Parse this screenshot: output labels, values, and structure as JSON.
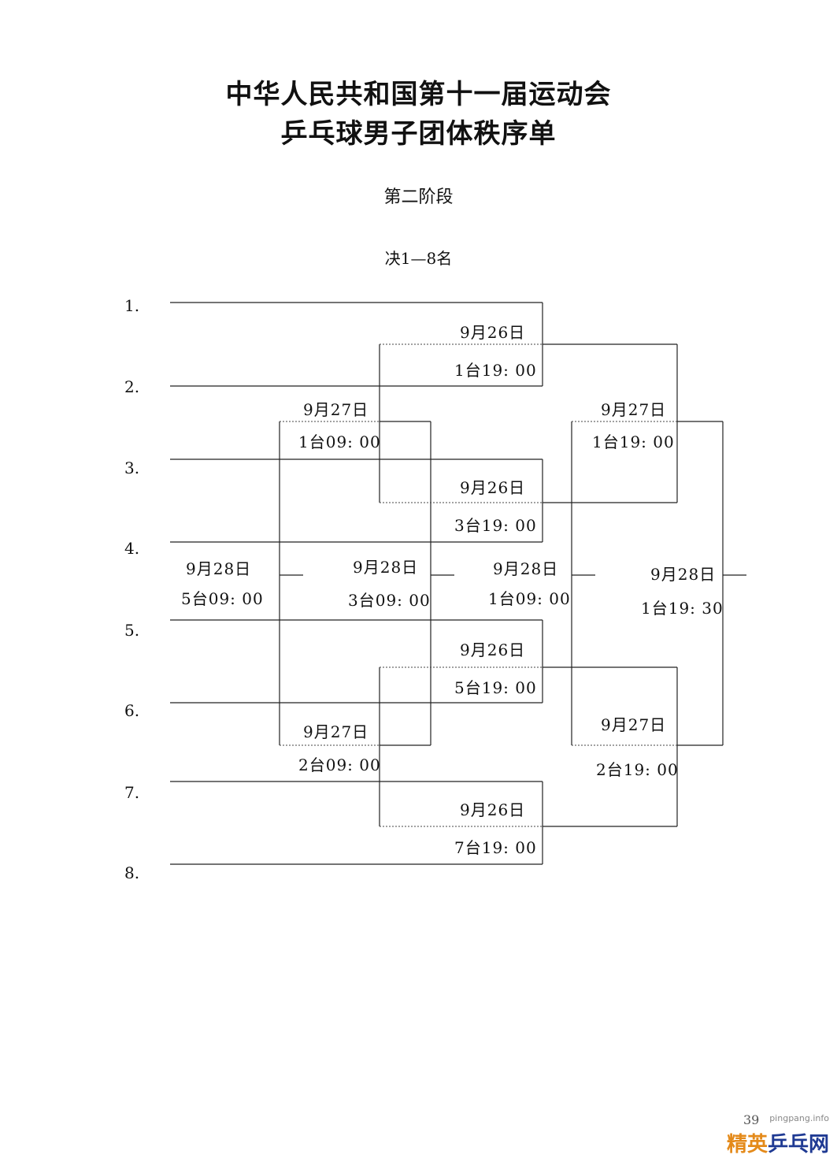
{
  "header": {
    "title_line1": "中华人民共和国第十一届运动会",
    "title_line2": "乒乓球男子团体秩序单",
    "stage": "第二阶段",
    "section": "决1—8名"
  },
  "seeds": [
    "1.",
    "2.",
    "3.",
    "4.",
    "5.",
    "6.",
    "7.",
    "8."
  ],
  "matches": {
    "r1_m1": {
      "date": "9月26日",
      "time": "1台19: 00"
    },
    "r1_m2": {
      "date": "9月26日",
      "time": "3台19: 00"
    },
    "r1_m3": {
      "date": "9月26日",
      "time": "5台19: 00"
    },
    "r1_m4": {
      "date": "9月26日",
      "time": "7台19: 00"
    },
    "w_sf1": {
      "date": "9月27日",
      "time": "1台19: 00"
    },
    "w_sf2": {
      "date": "9月27日",
      "time": "2台19: 00"
    },
    "l_sf1": {
      "date": "9月27日",
      "time": "1台09: 00"
    },
    "l_sf2": {
      "date": "9月27日",
      "time": "2台09: 00"
    },
    "f_78": {
      "date": "9月28日",
      "time": "5台09: 00"
    },
    "f_56": {
      "date": "9月28日",
      "time": "3台09: 00"
    },
    "f_34": {
      "date": "9月28日",
      "time": "1台09: 00"
    },
    "f_12": {
      "date": "9月28日",
      "time": "1台19: 30"
    }
  },
  "watermark": {
    "url": "pingpang.info",
    "brand_a": "精英",
    "brand_b": "乒乓网",
    "page": "39"
  }
}
